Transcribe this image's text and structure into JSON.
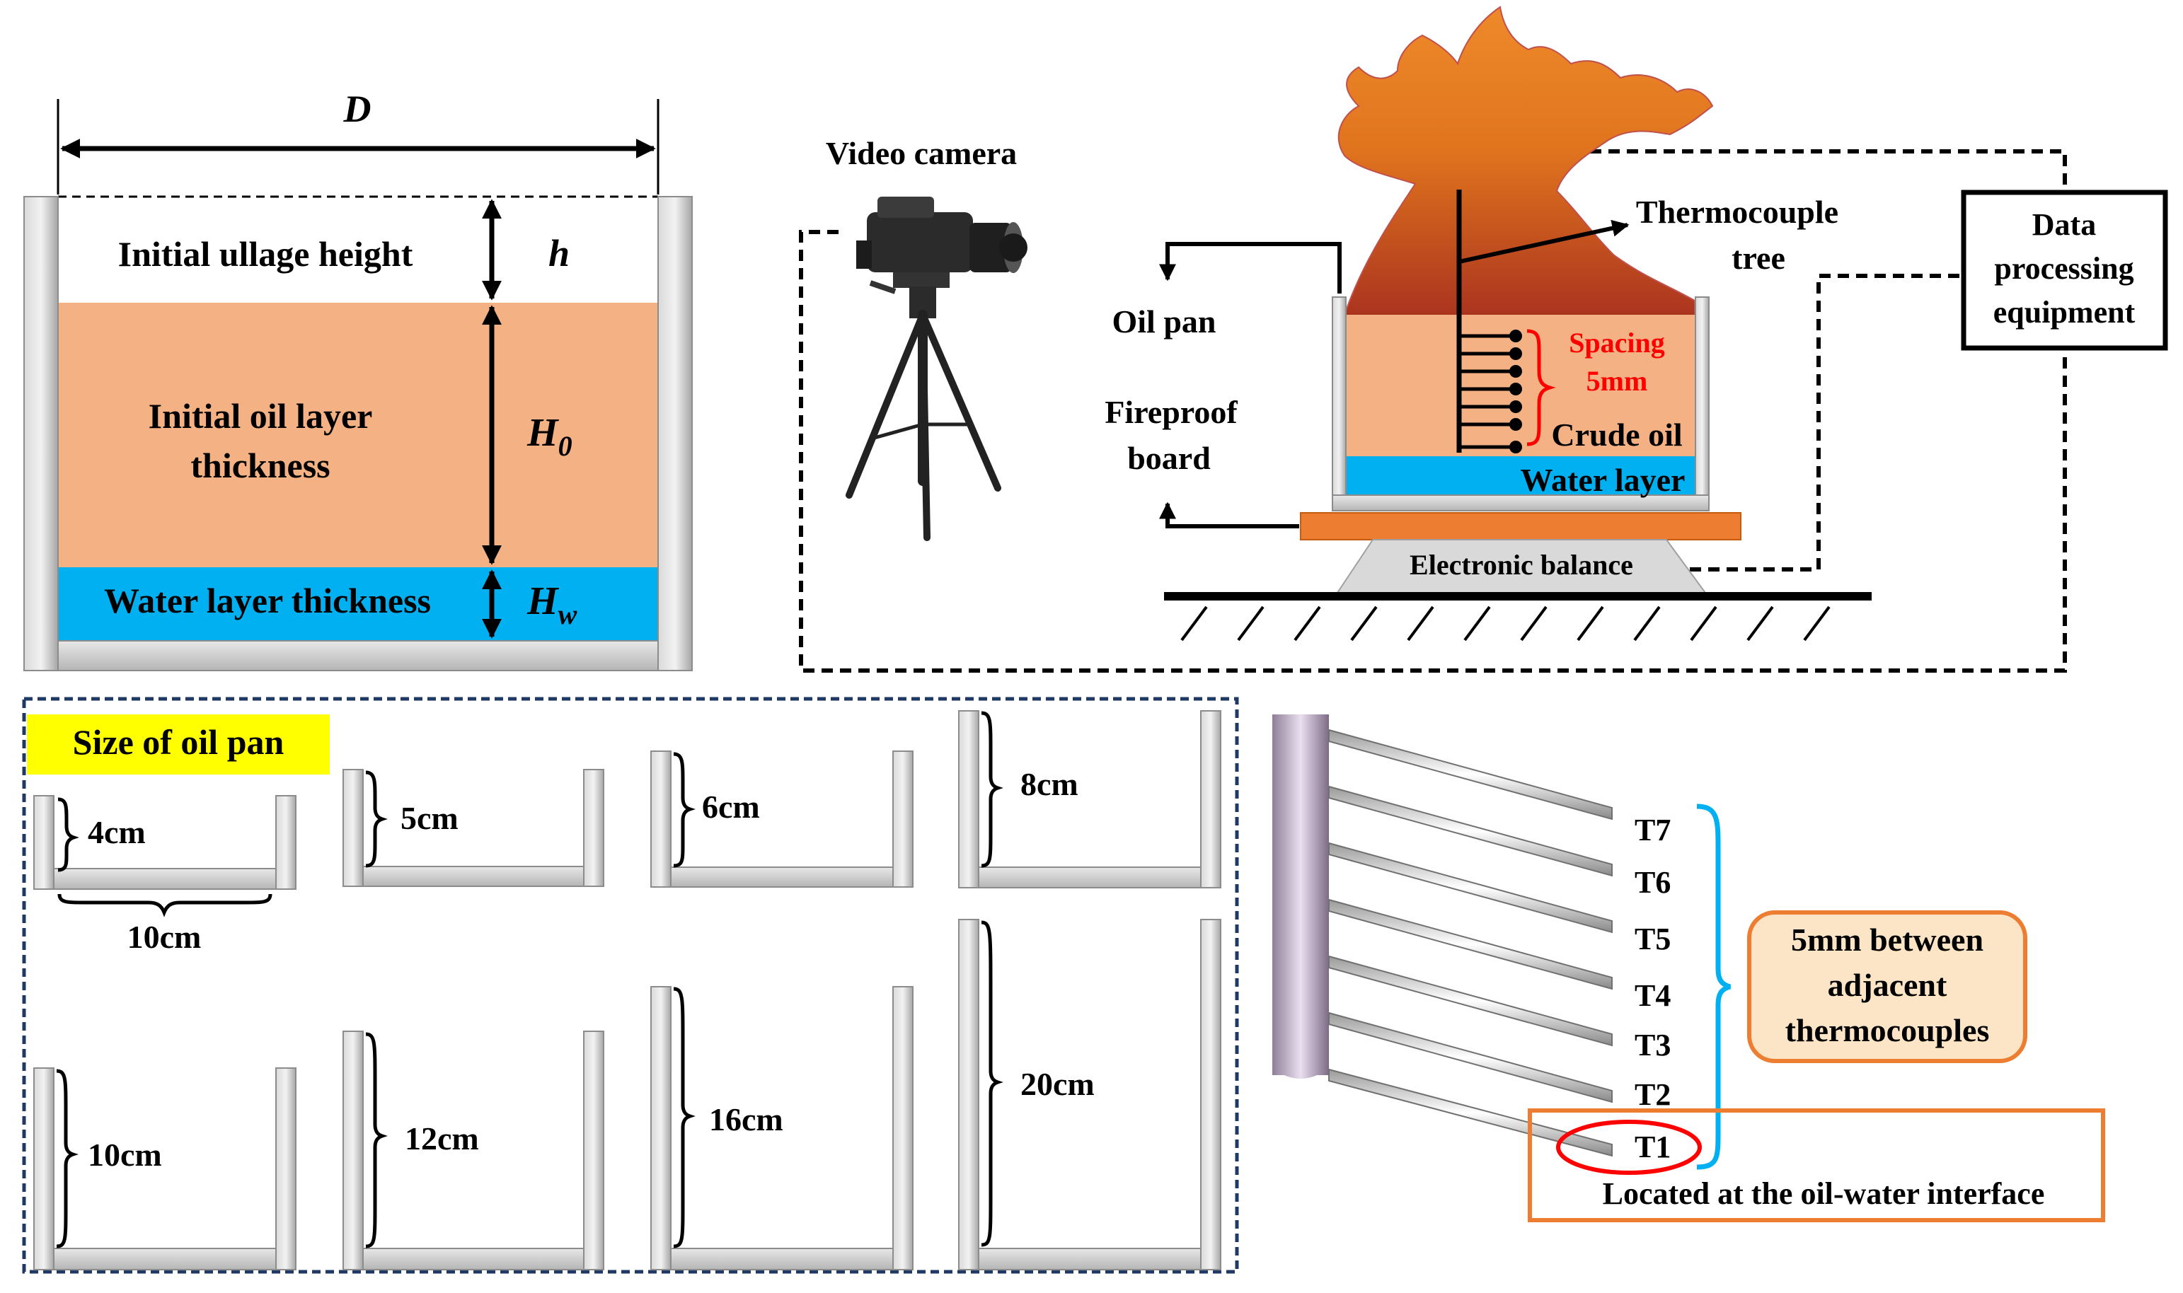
{
  "schematic": {
    "dimension_d": "D",
    "dimension_h": "h",
    "dimension_h0_base": "H",
    "dimension_h0_sub": "0",
    "dimension_hw_base": "H",
    "dimension_hw_sub": "w",
    "ullage_label": "Initial ullage height",
    "oil_label_line1": "Initial oil layer",
    "oil_label_line2": "thickness",
    "water_label": "Water layer thickness",
    "colors": {
      "oil": "#f4b183",
      "water": "#00b0f0",
      "wall": "#c0c0c0"
    }
  },
  "setup": {
    "camera_label": "Video camera",
    "thermocouple_label_line1": "Thermocouple",
    "thermocouple_label_line2": "tree",
    "data_box_line1": "Data",
    "data_box_line2": "processing",
    "data_box_line3": "equipment",
    "oil_pan_label": "Oil pan",
    "fireproof_line1": "Fireproof",
    "fireproof_line2": "board",
    "spacing_line1": "Spacing",
    "spacing_line2": "5mm",
    "crude_oil_label": "Crude oil",
    "water_layer_label": "Water layer",
    "balance_label": "Electronic balance",
    "colors": {
      "flame": "#ed7d31",
      "board": "#ed7d31",
      "spacing_text": "#ff0000"
    }
  },
  "pan_sizes": {
    "title": "Size of oil pan",
    "width_label": "10cm",
    "heights": [
      "4cm",
      "5cm",
      "6cm",
      "8cm",
      "10cm",
      "12cm",
      "16cm",
      "20cm"
    ],
    "colors": {
      "title_bg": "#ffff00",
      "border": "#1f3864"
    }
  },
  "thermocouples": {
    "labels": [
      "T7",
      "T6",
      "T5",
      "T4",
      "T3",
      "T2",
      "T1"
    ],
    "spacing_line1": "5mm between",
    "spacing_line2": "adjacent",
    "spacing_line3": "thermocouples",
    "interface_label": "Located at the oil-water interface",
    "colors": {
      "bracket": "#00b0f0",
      "box": "#ed7d31",
      "highlight": "#ff0000"
    }
  }
}
